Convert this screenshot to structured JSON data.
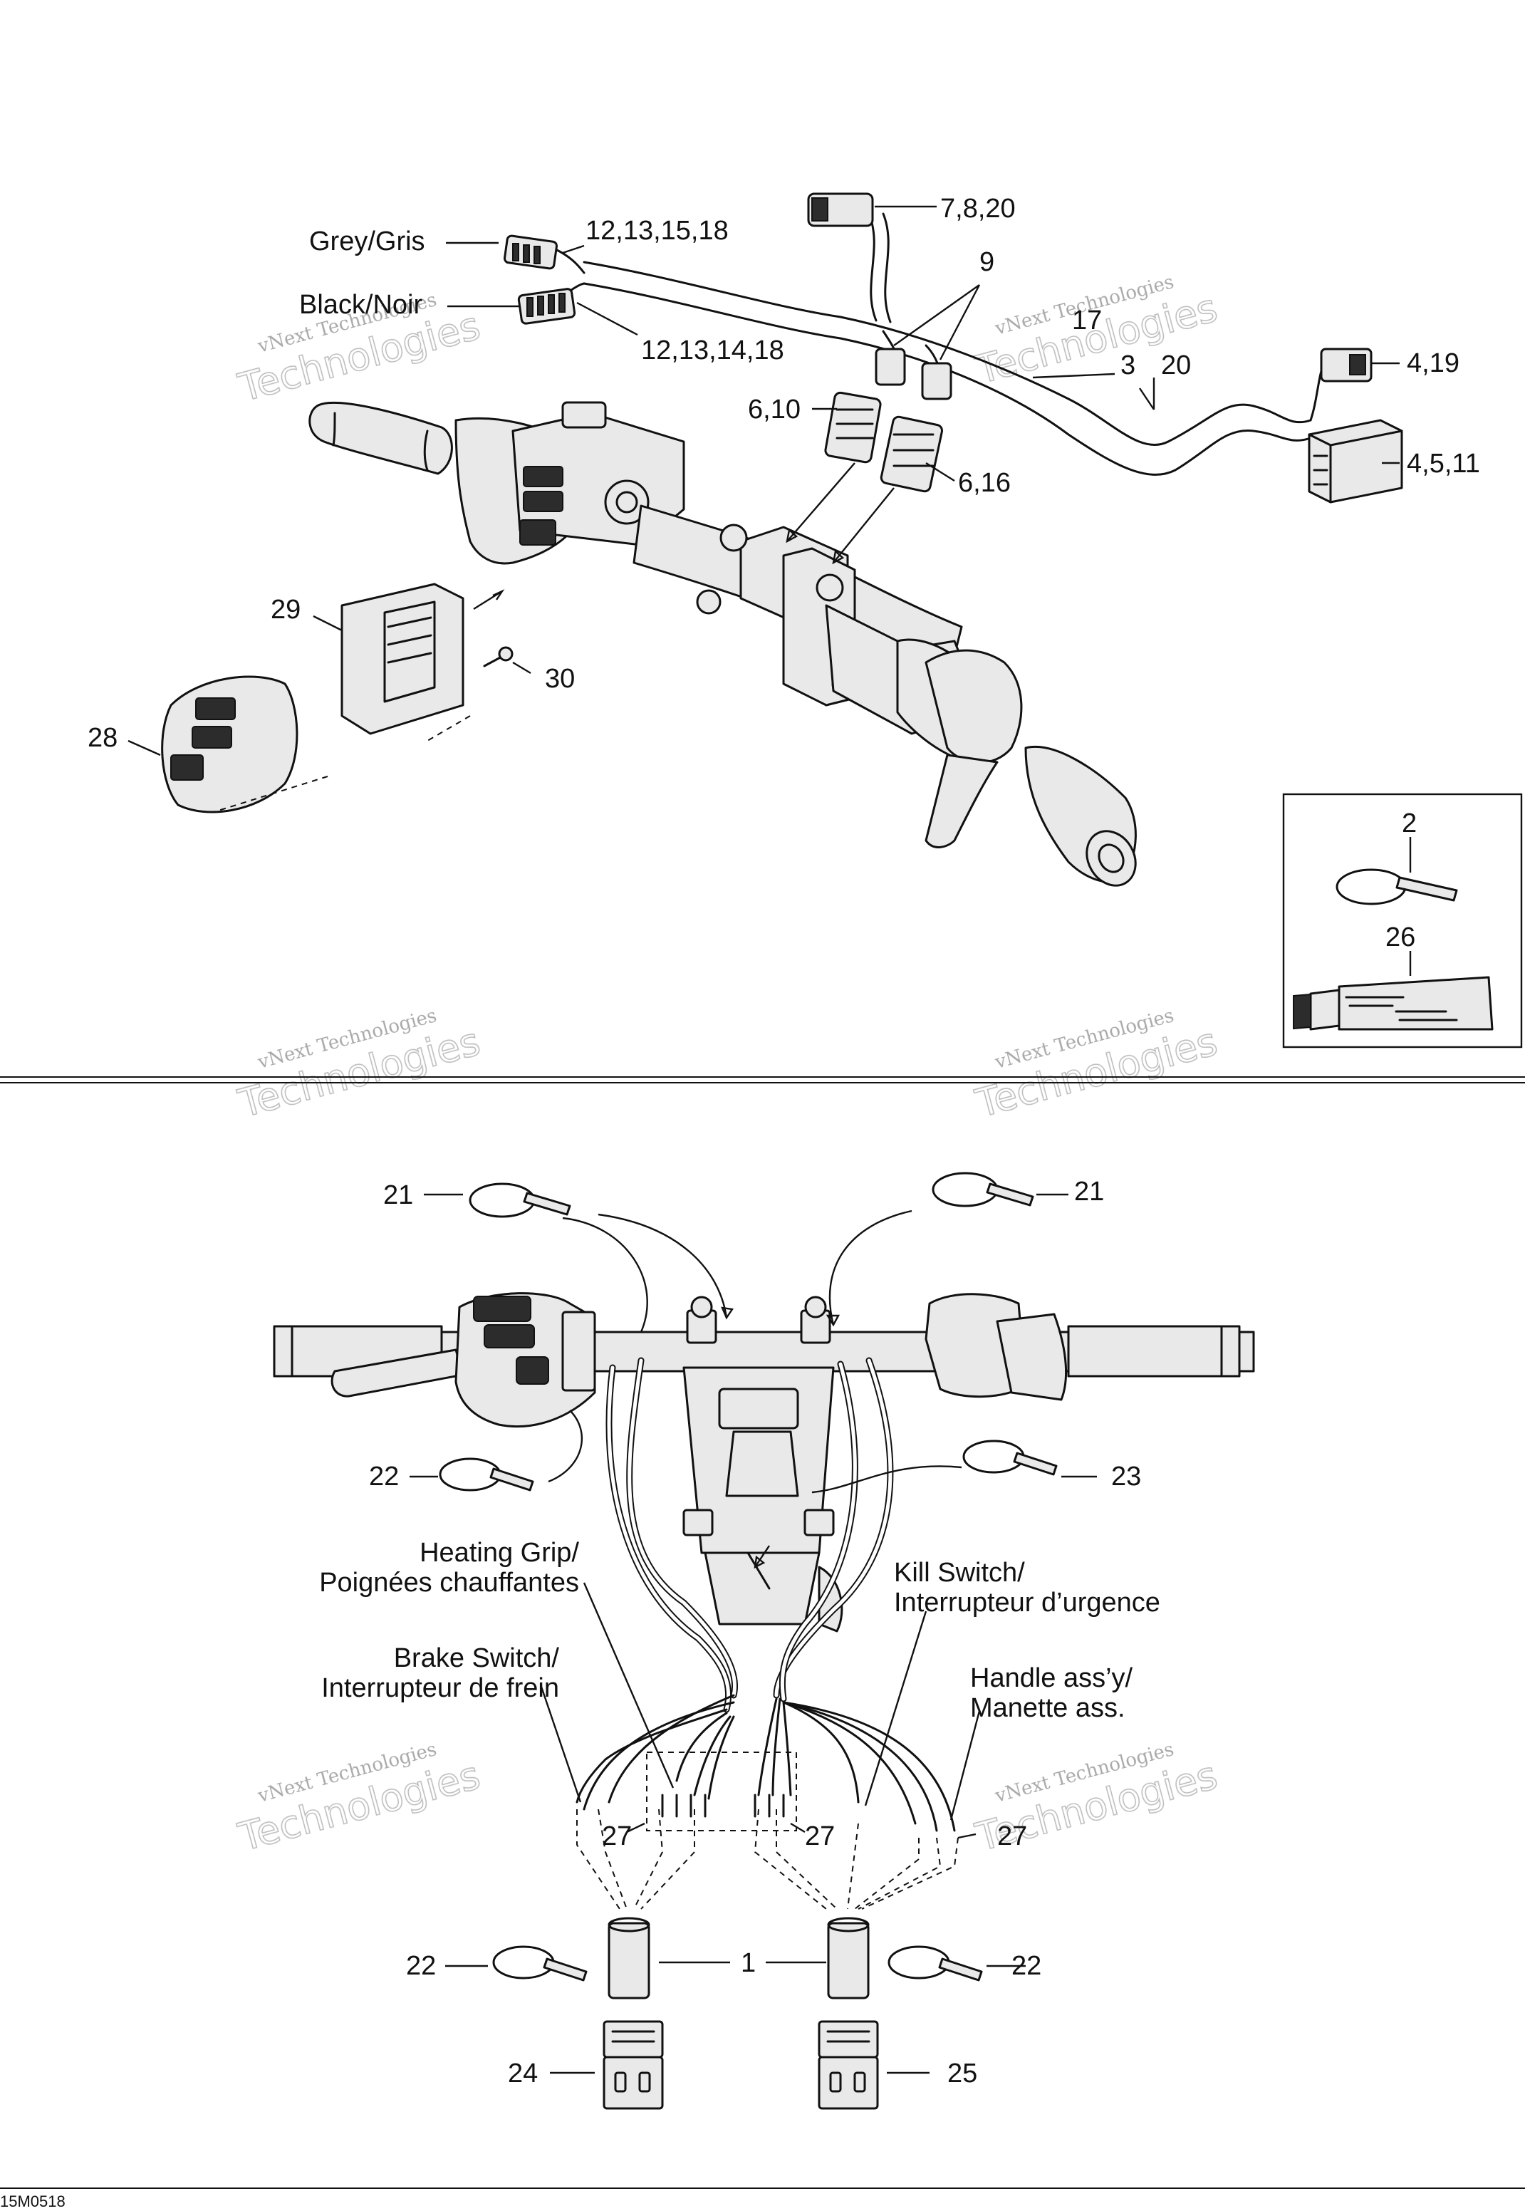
{
  "diagram_code": "15M0518",
  "watermark": {
    "line1": "vNext Technologies",
    "line2": "Technologies"
  },
  "wire_labels": {
    "grey": "Grey/Gris",
    "black": "Black/Noir"
  },
  "callouts": {
    "c_12_13_15_18": "12,13,15,18",
    "c_12_13_14_18": "12,13,14,18",
    "c_7_8_20": "7,8,20",
    "c_9": "9",
    "c_17": "17",
    "c_3_20": "3",
    "c_20b": "20",
    "c_4_19": "4,19",
    "c_4_5_11": "4,5,11",
    "c_6_10": "6,10",
    "c_6_16": "6,16",
    "c_29": "29",
    "c_30": "30",
    "c_28": "28",
    "c_2": "2",
    "c_26": "26",
    "c_21_left": "21",
    "c_21_right": "21",
    "c_22_top": "22",
    "c_23": "23",
    "c_27_a": "27",
    "c_27_b": "27",
    "c_27_c": "27",
    "c_22_bl": "22",
    "c_1": "1",
    "c_22_br": "22",
    "c_24": "24",
    "c_25": "25"
  },
  "annotations": {
    "heating_grip": [
      "Heating Grip/",
      "Poignées chauffantes"
    ],
    "kill_switch": [
      "Kill Switch/",
      "Interrupteur d’urgence"
    ],
    "brake_switch": [
      "Brake Switch/",
      "Interrupteur de frein"
    ],
    "handle_assy": [
      "Handle ass’y/",
      "Manette ass."
    ]
  }
}
